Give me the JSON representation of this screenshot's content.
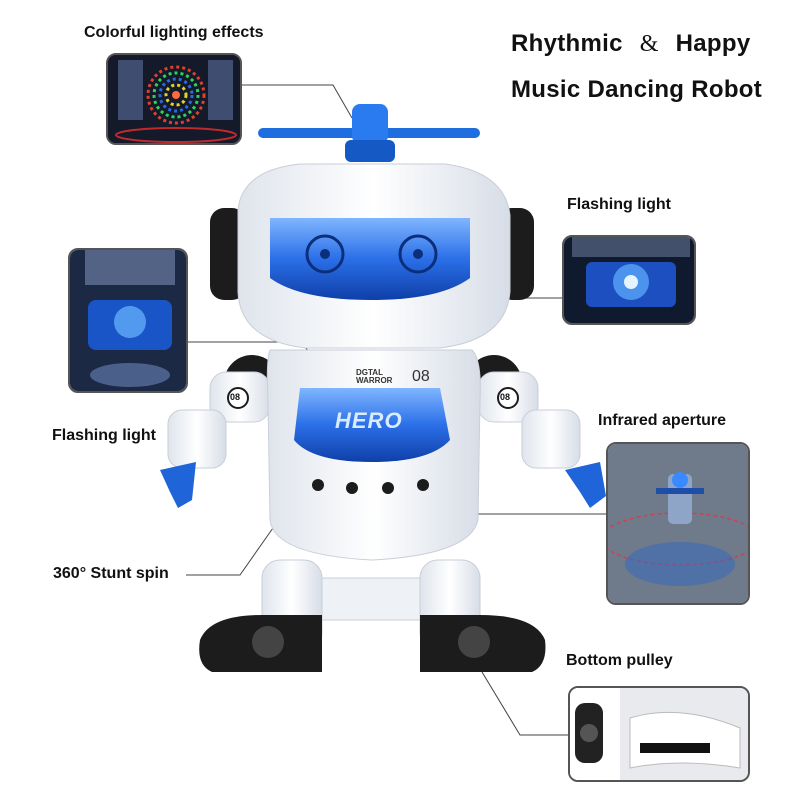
{
  "title": {
    "line1_left": "Rhythmic",
    "ampersand": "&",
    "line1_right": "Happy",
    "line2": "Music Dancing Robot"
  },
  "features": {
    "lighting": "Colorful lighting effects",
    "flashing_right": "Flashing light",
    "flashing_left": "Flashing light",
    "infrared": "Infrared aperture",
    "stunt": "360° Stunt spin",
    "pulley": "Bottom pulley"
  },
  "robot_text": {
    "badge": "HERO",
    "model_small": "DGTAL WARROR",
    "model_number": "08",
    "arm_badge": "08"
  },
  "colors": {
    "accent_blue": "#1565d8",
    "visor_blue": "#2f7ff0",
    "body_white": "#f4f6f9",
    "joint_black": "#1c1c1c"
  }
}
